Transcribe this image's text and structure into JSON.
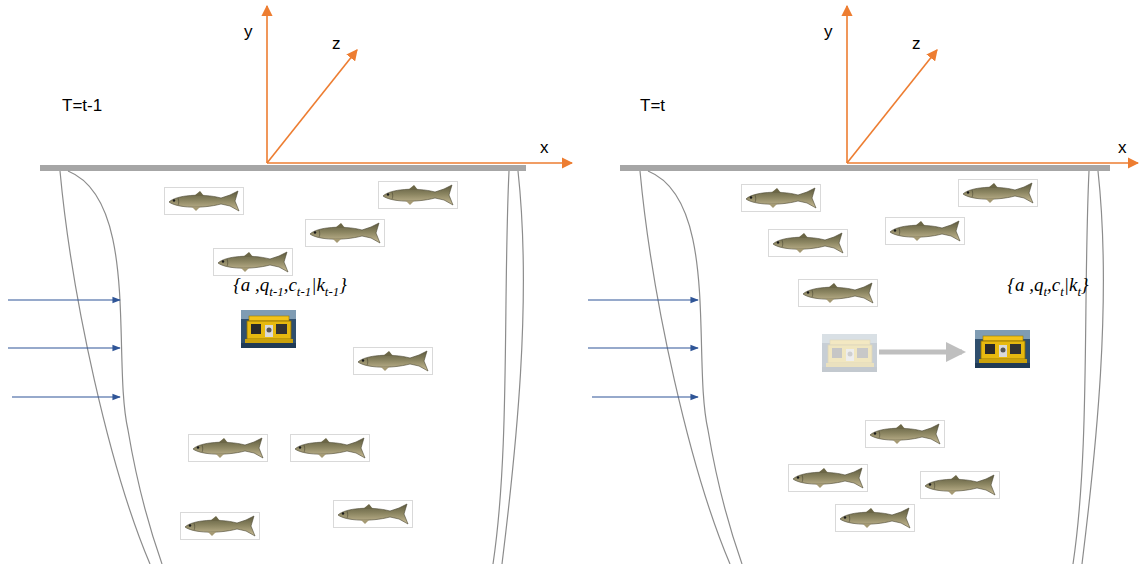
{
  "diagram": {
    "labels": [
      "T=t-1",
      "y",
      "z",
      "x",
      "{a ,q",
      "t-1",
      ",c",
      "t-1",
      "|k",
      "t-1",
      "}",
      "T=t",
      "y",
      "z",
      "x",
      "{a ,q",
      "t",
      ",c",
      "t",
      "|k",
      "t",
      "}"
    ]
  }
}
